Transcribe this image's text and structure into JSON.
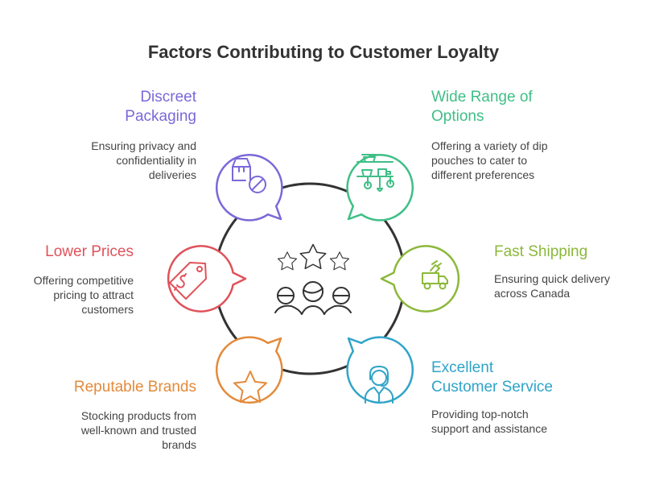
{
  "title": "Factors Contributing to Customer Loyalty",
  "colors": {
    "packaging": "#7b68d9",
    "options": "#3fbf86",
    "prices": "#e0525a",
    "shipping": "#8cb83b",
    "brands": "#e38a3a",
    "service": "#2fa4c8",
    "center": "#333333"
  },
  "factors": {
    "packaging": {
      "title_line1": "Discreet",
      "title_line2": "Packaging",
      "desc_line1": "Ensuring privacy and",
      "desc_line2": "confidentiality in",
      "desc_line3": "deliveries",
      "icon": "package-blocked-icon"
    },
    "options": {
      "title_line1": "Wide Range of",
      "title_line2": "Options",
      "desc_line1": "Offering a variety of dip",
      "desc_line2": "pouches to cater to",
      "desc_line3": "different preferences",
      "icon": "shelf-icon"
    },
    "prices": {
      "title_line1": "Lower Prices",
      "desc_line1": "Offering competitive",
      "desc_line2": "pricing to attract",
      "desc_line3": "customers",
      "icon": "price-tag-icon"
    },
    "shipping": {
      "title_line1": "Fast Shipping",
      "desc_line1": "Ensuring quick delivery",
      "desc_line2": "across Canada",
      "icon": "delivery-truck-icon"
    },
    "brands": {
      "title_line1": "Reputable Brands",
      "desc_line1": "Stocking products from",
      "desc_line2": "well-known and trusted",
      "desc_line3": "brands",
      "icon": "star-icon"
    },
    "service": {
      "title_line1": "Excellent",
      "title_line2": "Customer Service",
      "desc_line1": "Providing top-notch",
      "desc_line2": "support and assistance",
      "icon": "support-agent-icon"
    }
  }
}
